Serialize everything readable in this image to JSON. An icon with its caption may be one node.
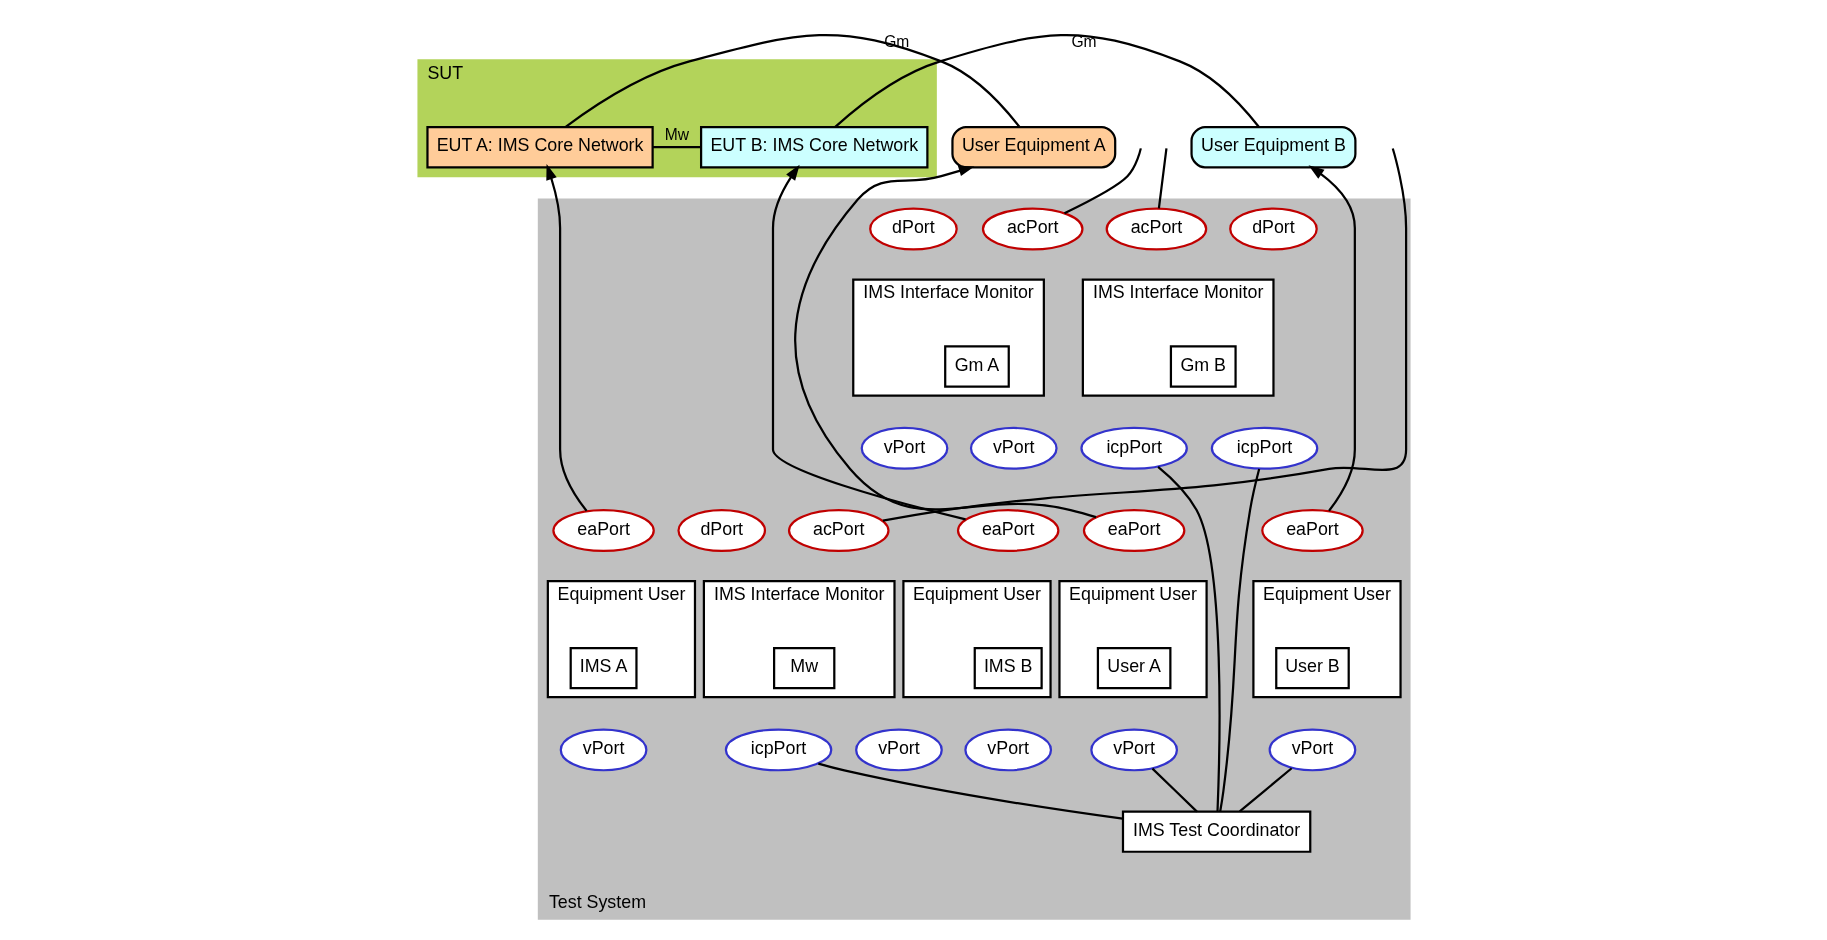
{
  "diagram": {
    "nodes": [
      {
        "text": [
          "SUT"
        ]
      },
      {
        "text": [
          "EUT A: IMS Core Network"
        ],
        "in": 0
      },
      {
        "text": [
          "EUT B: IMS Core Network"
        ],
        "in": 0
      },
      {
        "text": [
          "Test System"
        ]
      },
      {
        "text": [
          "User Equipment A"
        ]
      },
      {
        "text": [
          "User Equipment B"
        ]
      },
      {
        "text": [
          "IMS Interface Monitor"
        ],
        "in": 3
      },
      {
        "text": [
          "Gm A"
        ],
        "in": 6
      },
      {
        "text": [
          "IMS Interface Monitor"
        ],
        "in": 3
      },
      {
        "text": [
          "Mw"
        ],
        "in": 8
      },
      {
        "text": [
          "IMS Interface Monitor"
        ],
        "in": 3
      },
      {
        "text": [
          "Gm B"
        ],
        "in": 10
      },
      {
        "text": [
          "Equipment User"
        ],
        "in": 3
      },
      {
        "text": [
          "User A"
        ],
        "in": 12
      },
      {
        "text": [
          "Equipment User"
        ],
        "in": 3
      },
      {
        "text": [
          "User B"
        ],
        "in": 14
      },
      {
        "text": [
          "Equipment User"
        ],
        "in": 3
      },
      {
        "text": [
          "IMS A"
        ],
        "in": 16
      },
      {
        "text": [
          "Equipment User"
        ],
        "in": 3
      },
      {
        "text": [
          "IMS B"
        ],
        "in": 18
      },
      {
        "text": [
          "IMS Test Coordinator"
        ],
        "in": 3
      },
      {
        "text": [
          "acPort"
        ],
        "in": 3
      },
      {
        "text": [
          "dPort"
        ],
        "in": 3
      },
      {
        "text": [
          "vPort"
        ],
        "in": 3
      },
      {
        "text": [
          "icpPort"
        ],
        "in": 3
      },
      {
        "text": [
          "eaPort"
        ],
        "in": 3
      },
      {
        "text": [
          "vPort"
        ],
        "in": 3
      },
      {
        "text": [
          "acPort"
        ],
        "in": 3
      },
      {
        "text": [
          "dPort"
        ],
        "in": 3
      },
      {
        "text": [
          "vPort"
        ],
        "in": 3
      },
      {
        "text": [
          "icpPort"
        ],
        "in": 3
      },
      {
        "text": [
          "acPort"
        ],
        "in": 3
      },
      {
        "text": [
          "dPort"
        ],
        "in": 3
      },
      {
        "text": [
          "vPort"
        ],
        "in": 3
      },
      {
        "text": [
          "icpPort"
        ],
        "in": 3
      },
      {
        "text": [
          "eaPort"
        ],
        "in": 3
      },
      {
        "text": [
          "vPort"
        ],
        "in": 3
      },
      {
        "text": [
          "eaPort"
        ],
        "in": 3
      },
      {
        "text": [
          "vPort"
        ],
        "in": 3
      },
      {
        "text": [
          "eaPort"
        ],
        "in": 3
      },
      {
        "text": [
          "vPort"
        ],
        "in": 3
      }
    ],
    "edges": [
      {
        "from": 4,
        "to": 1,
        "arrow": "none",
        "label": "Gm"
      },
      {
        "from": 1,
        "to": 2,
        "arrow": "none",
        "label": "Mw"
      },
      {
        "from": 2,
        "to": 5,
        "arrow": "none",
        "label": "Gm"
      },
      {
        "from": 21,
        "to": null,
        "arrow": "none"
      },
      {
        "from": 27,
        "to": null,
        "arrow": "none"
      },
      {
        "from": 31,
        "to": null,
        "arrow": "none"
      },
      {
        "from": 25,
        "to": 4,
        "arrow": "to"
      },
      {
        "from": 37,
        "to": 1,
        "arrow": "to"
      },
      {
        "from": 39,
        "to": 2,
        "arrow": "to"
      },
      {
        "from": 35,
        "to": 5,
        "arrow": "to"
      },
      {
        "from": 20,
        "to": 26,
        "arrow": "none"
      },
      {
        "from": 20,
        "to": 24,
        "arrow": "none"
      },
      {
        "from": 20,
        "to": 30,
        "arrow": "none"
      },
      {
        "from": 20,
        "to": 34,
        "arrow": "none"
      },
      {
        "from": 20,
        "to": 36,
        "arrow": "none"
      }
    ]
  }
}
